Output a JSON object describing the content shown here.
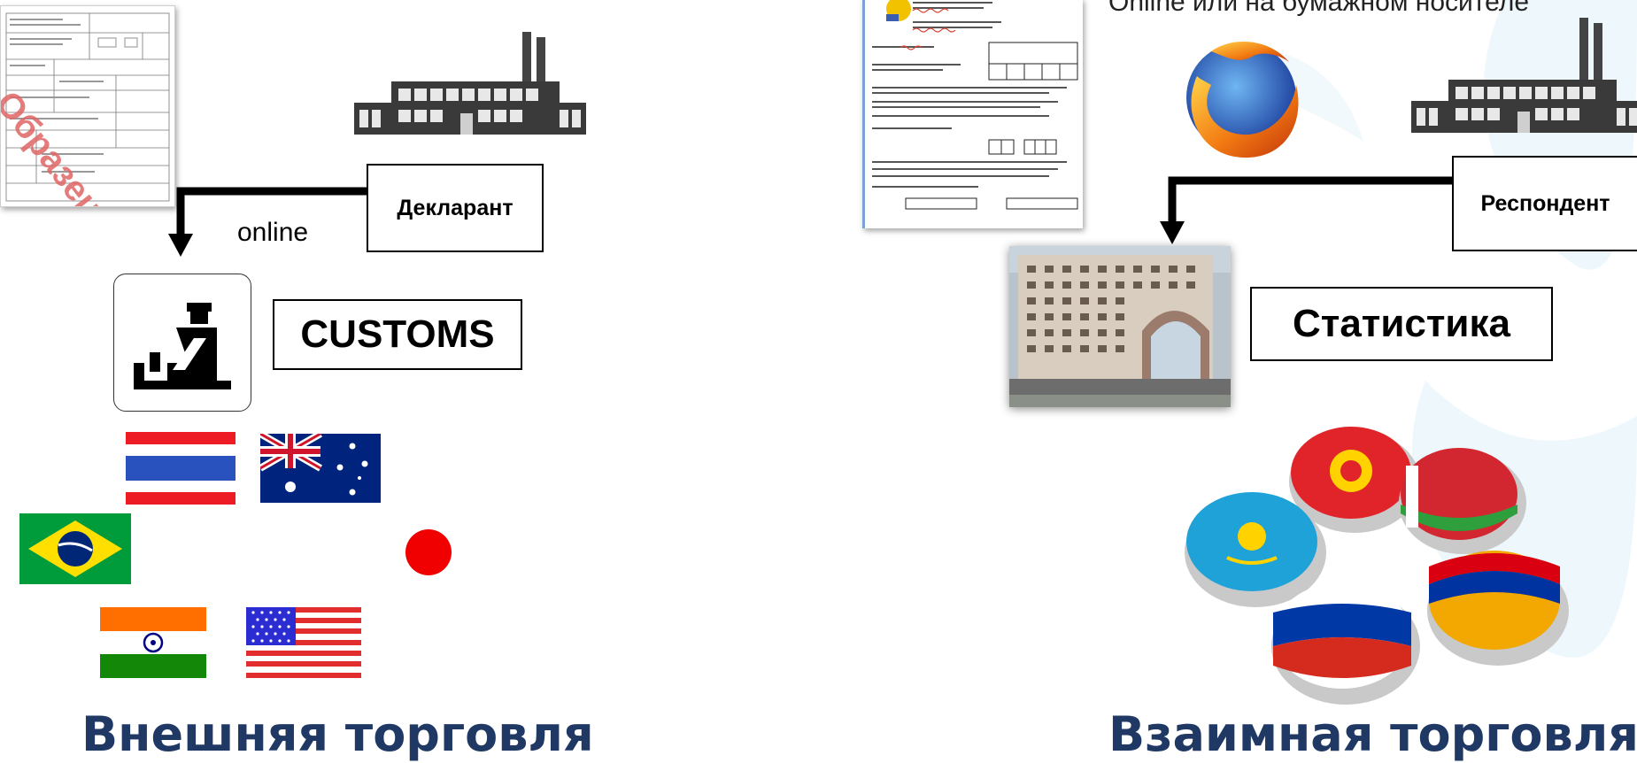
{
  "left": {
    "document_watermark": "Образец",
    "declarant_label": "Декларант",
    "online_label": "online",
    "customs_label": "CUSTOMS",
    "heading": "Внешняя торговля"
  },
  "right": {
    "top_caption": "Online или на бумажном носителе",
    "respondent_label": "Респондент",
    "statistics_label": "Статистика",
    "heading": "Взаимная торговля"
  },
  "colors": {
    "heading": "#1f3864",
    "arrow": "#000000",
    "watermark": "#e06666",
    "decor": "#eaf6fb"
  }
}
